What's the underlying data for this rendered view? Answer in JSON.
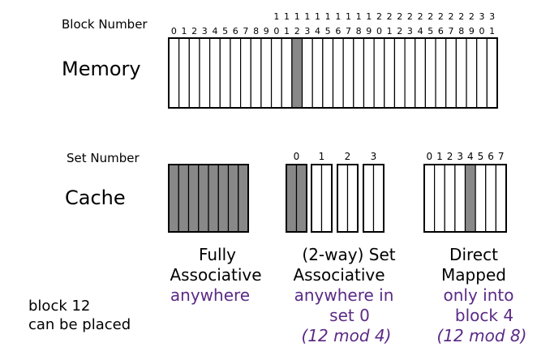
{
  "memory": {
    "block_number_label": "Block Number",
    "title": "Memory",
    "block_count": 32,
    "highlighted_block": 12
  },
  "cache": {
    "set_number_label": "Set Number",
    "title": "Cache",
    "fully_associative": {
      "slots": 8,
      "caption": [
        "Fully",
        "Associative"
      ],
      "note": [
        "anywhere"
      ]
    },
    "set_associative": {
      "sets": 4,
      "ways": 2,
      "highlighted_set": 0,
      "set_labels": [
        "0",
        "1",
        "2",
        "3"
      ],
      "caption": [
        "(2-way) Set",
        "Associative"
      ],
      "note": [
        "anywhere in",
        "set 0"
      ],
      "formula": "(12 mod 4)"
    },
    "direct_mapped": {
      "slots": 8,
      "highlighted_block": 4,
      "caption": [
        "Direct",
        "Mapped"
      ],
      "note": [
        "only into",
        "block 4"
      ],
      "formula": "(12 mod 8)"
    }
  },
  "footer": {
    "lines": [
      "block 12",
      "can be placed"
    ]
  },
  "colors": {
    "fill": "#888888",
    "stroke": "#000000",
    "accent": "#5b2a86"
  }
}
